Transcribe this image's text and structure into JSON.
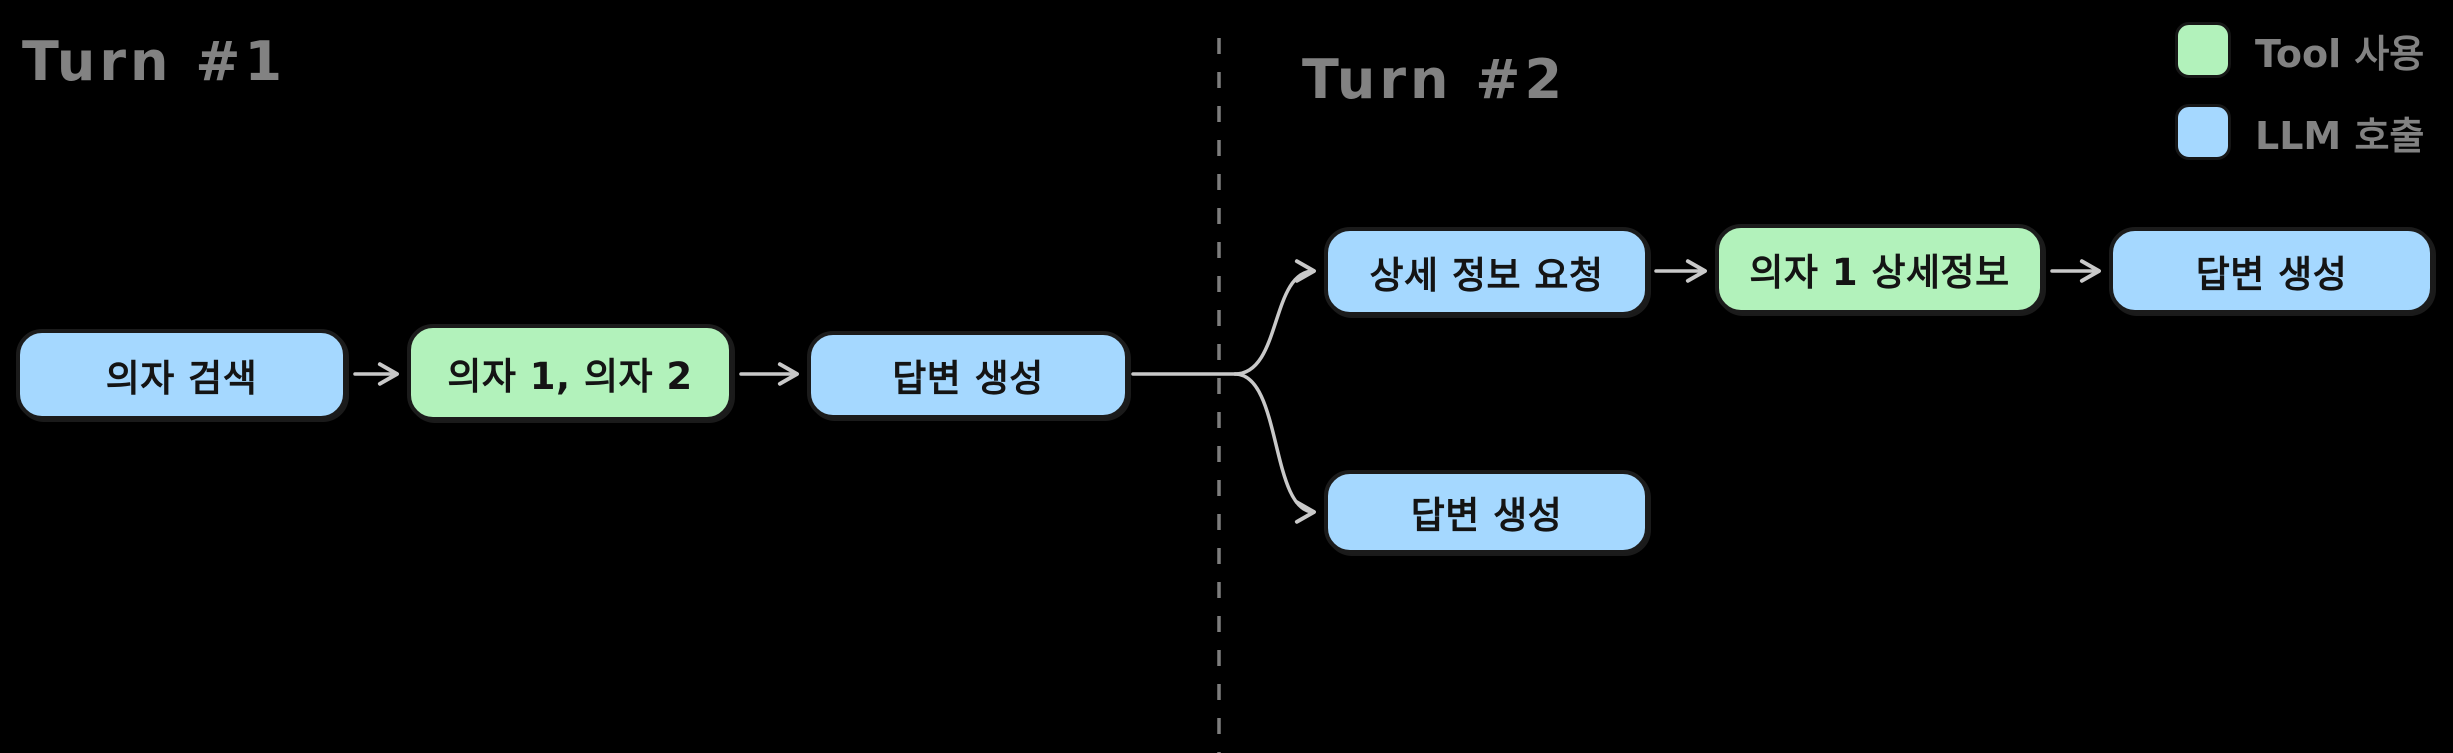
{
  "sections": {
    "turn1": {
      "label": "Turn #1"
    },
    "turn2": {
      "label": "Turn #2"
    }
  },
  "legend": {
    "items": [
      {
        "label": "Tool 사용",
        "type": "tool",
        "color": "#b2f2bb"
      },
      {
        "label": "LLM 호출",
        "type": "llm",
        "color": "#a5d8ff"
      }
    ]
  },
  "nodes": [
    {
      "id": "chair-search",
      "label": "의자 검색",
      "type": "llm",
      "turn": 1
    },
    {
      "id": "chair-results",
      "label": "의자 1, 의자 2",
      "type": "tool",
      "turn": 1
    },
    {
      "id": "answer-turn1",
      "label": "답변 생성",
      "type": "llm",
      "turn": 1
    },
    {
      "id": "detail-request",
      "label": "상세 정보 요청",
      "type": "llm",
      "turn": 2
    },
    {
      "id": "chair-detail-info",
      "label": "의자 1 상세정보",
      "type": "tool",
      "turn": 2
    },
    {
      "id": "answer-turn2-top",
      "label": "답변 생성",
      "type": "llm",
      "turn": 2
    },
    {
      "id": "answer-turn2-bottom",
      "label": "답변 생성",
      "type": "llm",
      "turn": 2
    }
  ],
  "edges": [
    {
      "from": "chair-search",
      "to": "chair-results"
    },
    {
      "from": "chair-results",
      "to": "answer-turn1"
    },
    {
      "from": "answer-turn1",
      "to": "detail-request"
    },
    {
      "from": "answer-turn1",
      "to": "answer-turn2-bottom"
    },
    {
      "from": "detail-request",
      "to": "chair-detail-info"
    },
    {
      "from": "chair-detail-info",
      "to": "answer-turn2-top"
    }
  ],
  "colors": {
    "background": "#000000",
    "tool_fill": "#b2f2bb",
    "llm_fill": "#a5d8ff",
    "node_stroke": "#1b1b1b",
    "arrow": "#c9c9c9",
    "divider": "#7e7e7e",
    "muted_text": "#828282"
  }
}
